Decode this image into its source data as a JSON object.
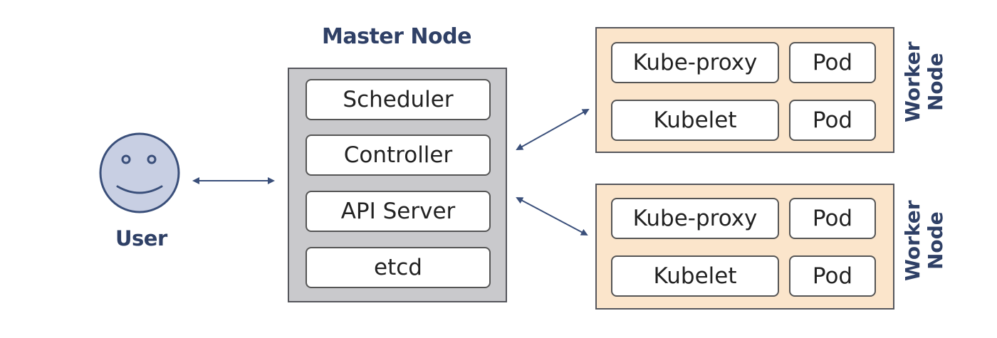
{
  "user": {
    "label": "User"
  },
  "master": {
    "title": "Master Node",
    "components": [
      "Scheduler",
      "Controller",
      "API Server",
      "etcd"
    ]
  },
  "workers": [
    {
      "label": "Worker Node",
      "proxy": "Kube-proxy",
      "kubelet": "Kubelet",
      "pods": [
        "Pod",
        "Pod"
      ]
    },
    {
      "label": "Worker Node",
      "proxy": "Kube-proxy",
      "kubelet": "Kubelet",
      "pods": [
        "Pod",
        "Pod"
      ]
    }
  ],
  "colors": {
    "title": "#2f4066",
    "master_panel": "#c9c9cc",
    "worker_panel": "#fbe5cb",
    "user_face": "#c8cfe3",
    "arrow": "#3a4f7a"
  }
}
